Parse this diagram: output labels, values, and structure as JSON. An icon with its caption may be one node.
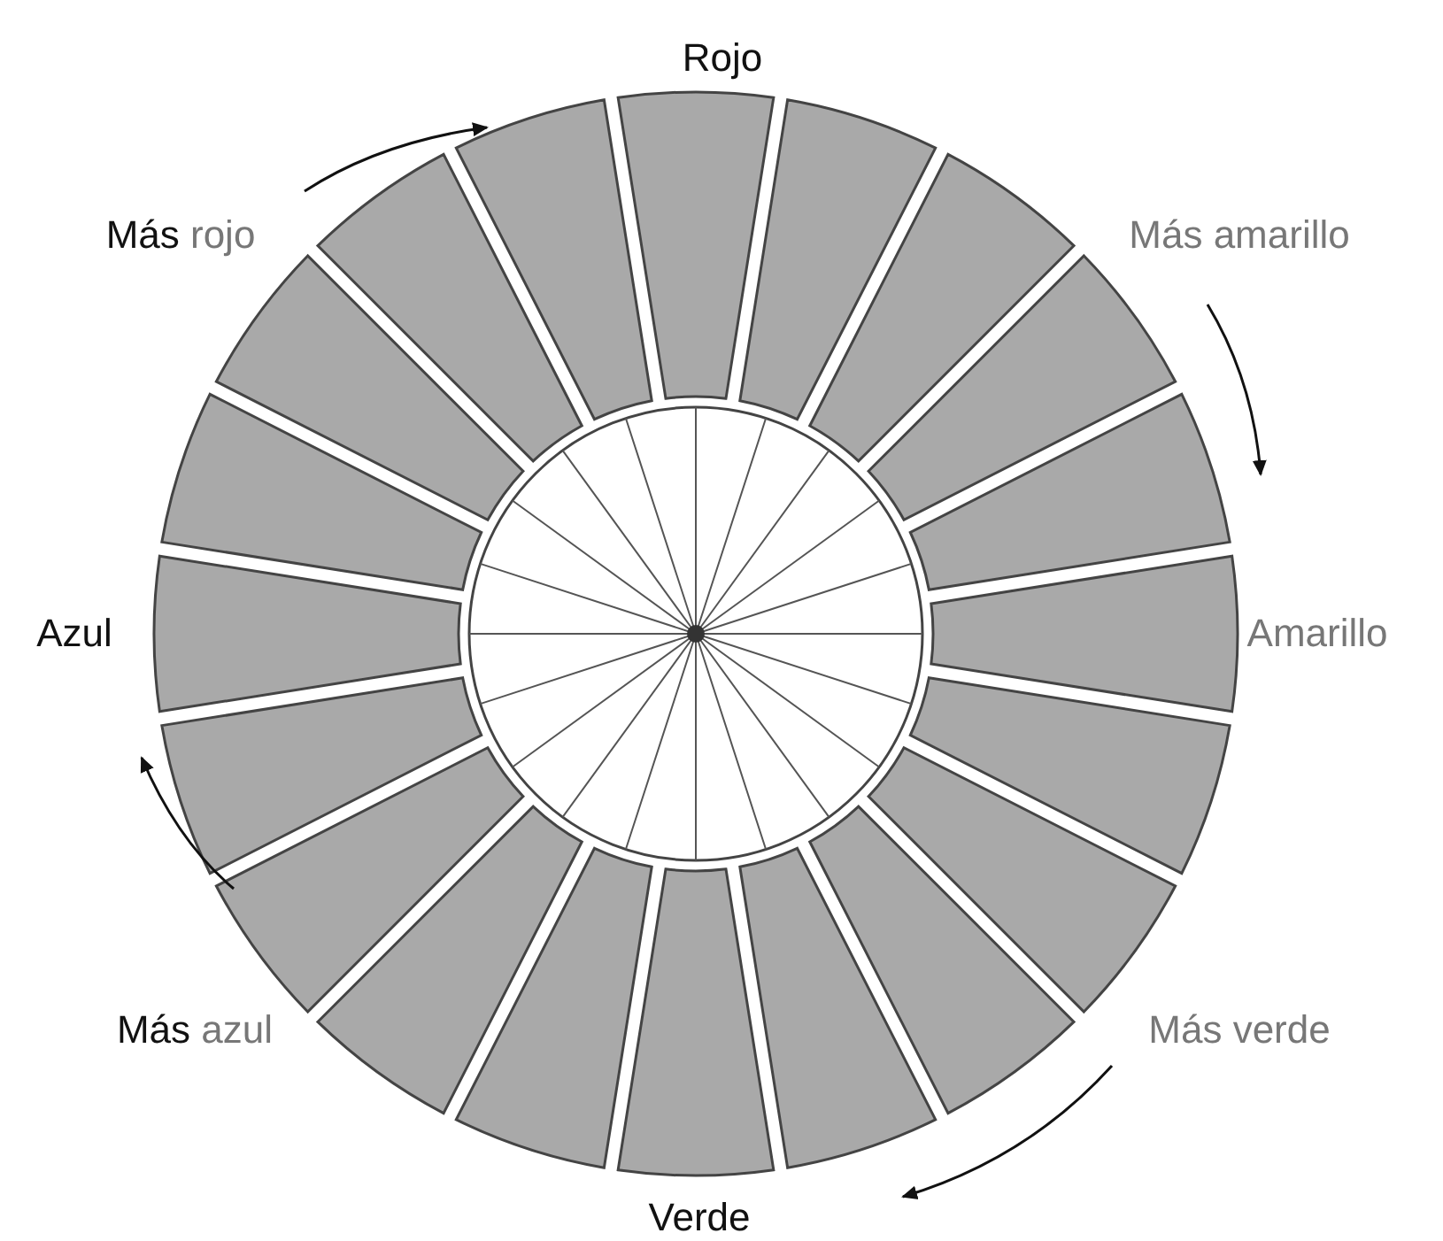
{
  "diagram": {
    "labels": [
      "Rojo",
      "**Más** rojo",
      "Más amarillo",
      "Azul",
      "Amarillo",
      "**Más** azul",
      "Más verde",
      "Verde"
    ]
  }
}
